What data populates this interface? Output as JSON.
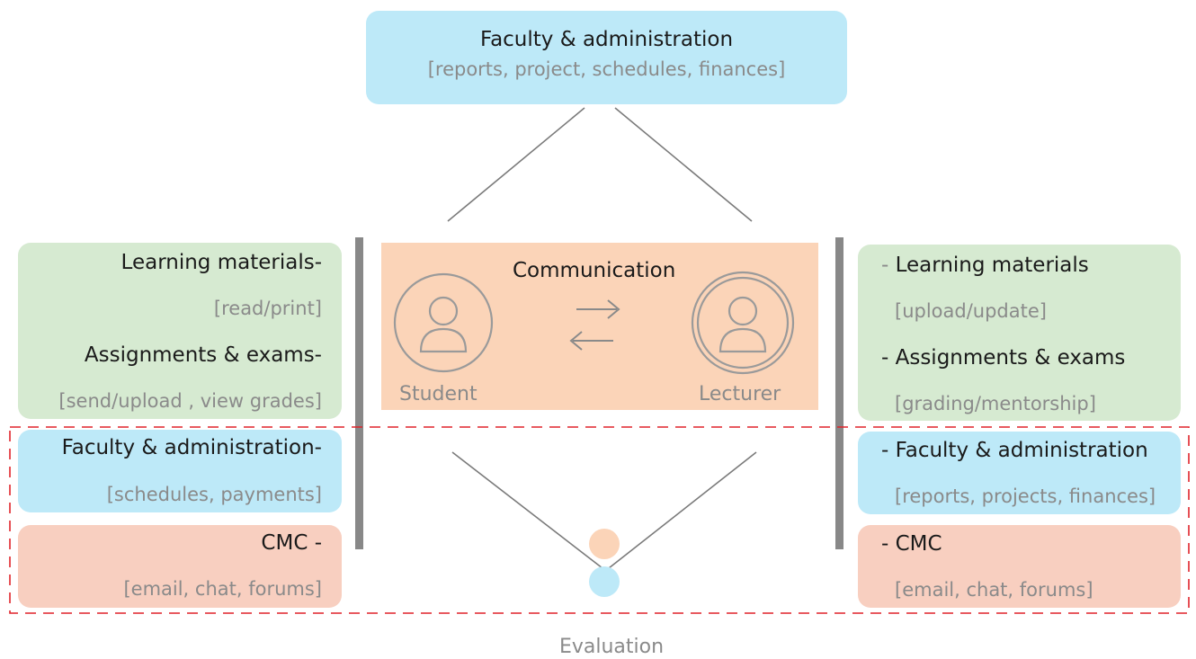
{
  "top": {
    "title": "Faculty & administration",
    "subtitle": "[reports, project, schedules, finances]"
  },
  "left": {
    "learning": {
      "title": "Learning materials-",
      "sub": "[read/print]"
    },
    "assignments": {
      "title": "Assignments & exams-",
      "sub": "[send/upload , view grades]"
    },
    "faculty": {
      "title": "Faculty & administration-",
      "sub": "[schedules, payments]"
    },
    "cmc": {
      "title": "CMC -",
      "sub": "[email, chat, forums]"
    }
  },
  "center": {
    "communication": "Communication",
    "student": "Student",
    "lecturer": "Lecturer"
  },
  "right": {
    "learning": {
      "prefix": "- ",
      "title": "Learning materials",
      "sub": "[upload/update]"
    },
    "assignments": {
      "title": "- Assignments & exams",
      "sub": "[grading/mentorship]"
    },
    "faculty": {
      "title": "- Faculty & administration",
      "sub": "[reports, projects, finances]"
    },
    "cmc": {
      "title": "-  CMC",
      "sub": "[email, chat, forums]"
    }
  },
  "evaluation": "Evaluation",
  "colors": {
    "blue": "#bde9f8",
    "green": "#d6ead1",
    "salmon": "#f8cfc0",
    "peach": "#fbd4b8",
    "dashed_border": "#e0242b",
    "divider": "#888888"
  }
}
